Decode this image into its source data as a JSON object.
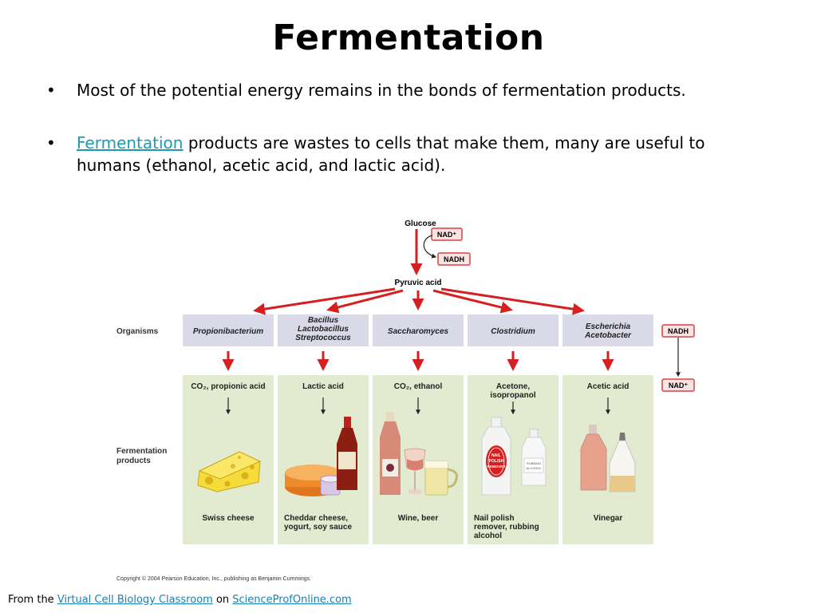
{
  "title": "Fermentation",
  "bullets": [
    {
      "marker": "•",
      "text": "Most of the potential energy remains in the bonds of fermentation products."
    },
    {
      "marker": "•",
      "link": "Fermentation",
      "text": " products are wastes to cells that make them, many are useful to humans (ethanol, acetic acid, and lactic acid)."
    }
  ],
  "diagram": {
    "glucose": "Glucose",
    "nad_plus": "NAD⁺",
    "nadh": "NADH",
    "pyruvic_acid": "Pyruvic acid",
    "row_label_organisms": "Organisms",
    "row_label_products_1": "Fermentation",
    "row_label_products_2": "products",
    "side_nadh": "NADH",
    "side_nad_plus": "NAD⁺",
    "columns": [
      {
        "organism": [
          "Propionibacterium"
        ],
        "chemical": [
          "CO₂, propionic acid"
        ],
        "product": [
          "Swiss cheese"
        ]
      },
      {
        "organism": [
          "Bacillus",
          "Lactobacillus",
          "Streptococcus"
        ],
        "chemical": [
          "Lactic acid"
        ],
        "product": [
          "Cheddar cheese,",
          "yogurt, soy sauce"
        ]
      },
      {
        "organism": [
          "Saccharomyces"
        ],
        "chemical": [
          "CO₂, ethanol"
        ],
        "product": [
          "Wine, beer"
        ]
      },
      {
        "organism": [
          "Clostridium"
        ],
        "chemical": [
          "Acetone,",
          "isopropanol"
        ],
        "product": [
          "Nail polish",
          "remover, rubbing",
          "alcohol"
        ]
      },
      {
        "organism": [
          "Escherichia",
          "Acetobacter"
        ],
        "chemical": [
          "Acetic acid"
        ],
        "product": [
          "Vinegar"
        ]
      }
    ],
    "nail_label": [
      "NAIL",
      "POLISH",
      "REMOVER"
    ],
    "rubbing_label": [
      "RUBBING",
      "ALCOHOL"
    ]
  },
  "copyright": "Copyright © 2004 Pearson Education, Inc., publishing as Benjamin Cummings.",
  "footer": {
    "prefix": "From the ",
    "link1": "Virtual Cell Biology Classroom",
    "middle": " on ",
    "link2": "ScienceProfOnline.com"
  },
  "colors": {
    "arrow_red": "#d42020",
    "organism_box": "#d9d9e8",
    "product_panel": "#e2ebcf",
    "nad_box_fill": "#fbe3e3",
    "nad_box_stroke": "#d44444",
    "link": "#1a9bb3"
  }
}
